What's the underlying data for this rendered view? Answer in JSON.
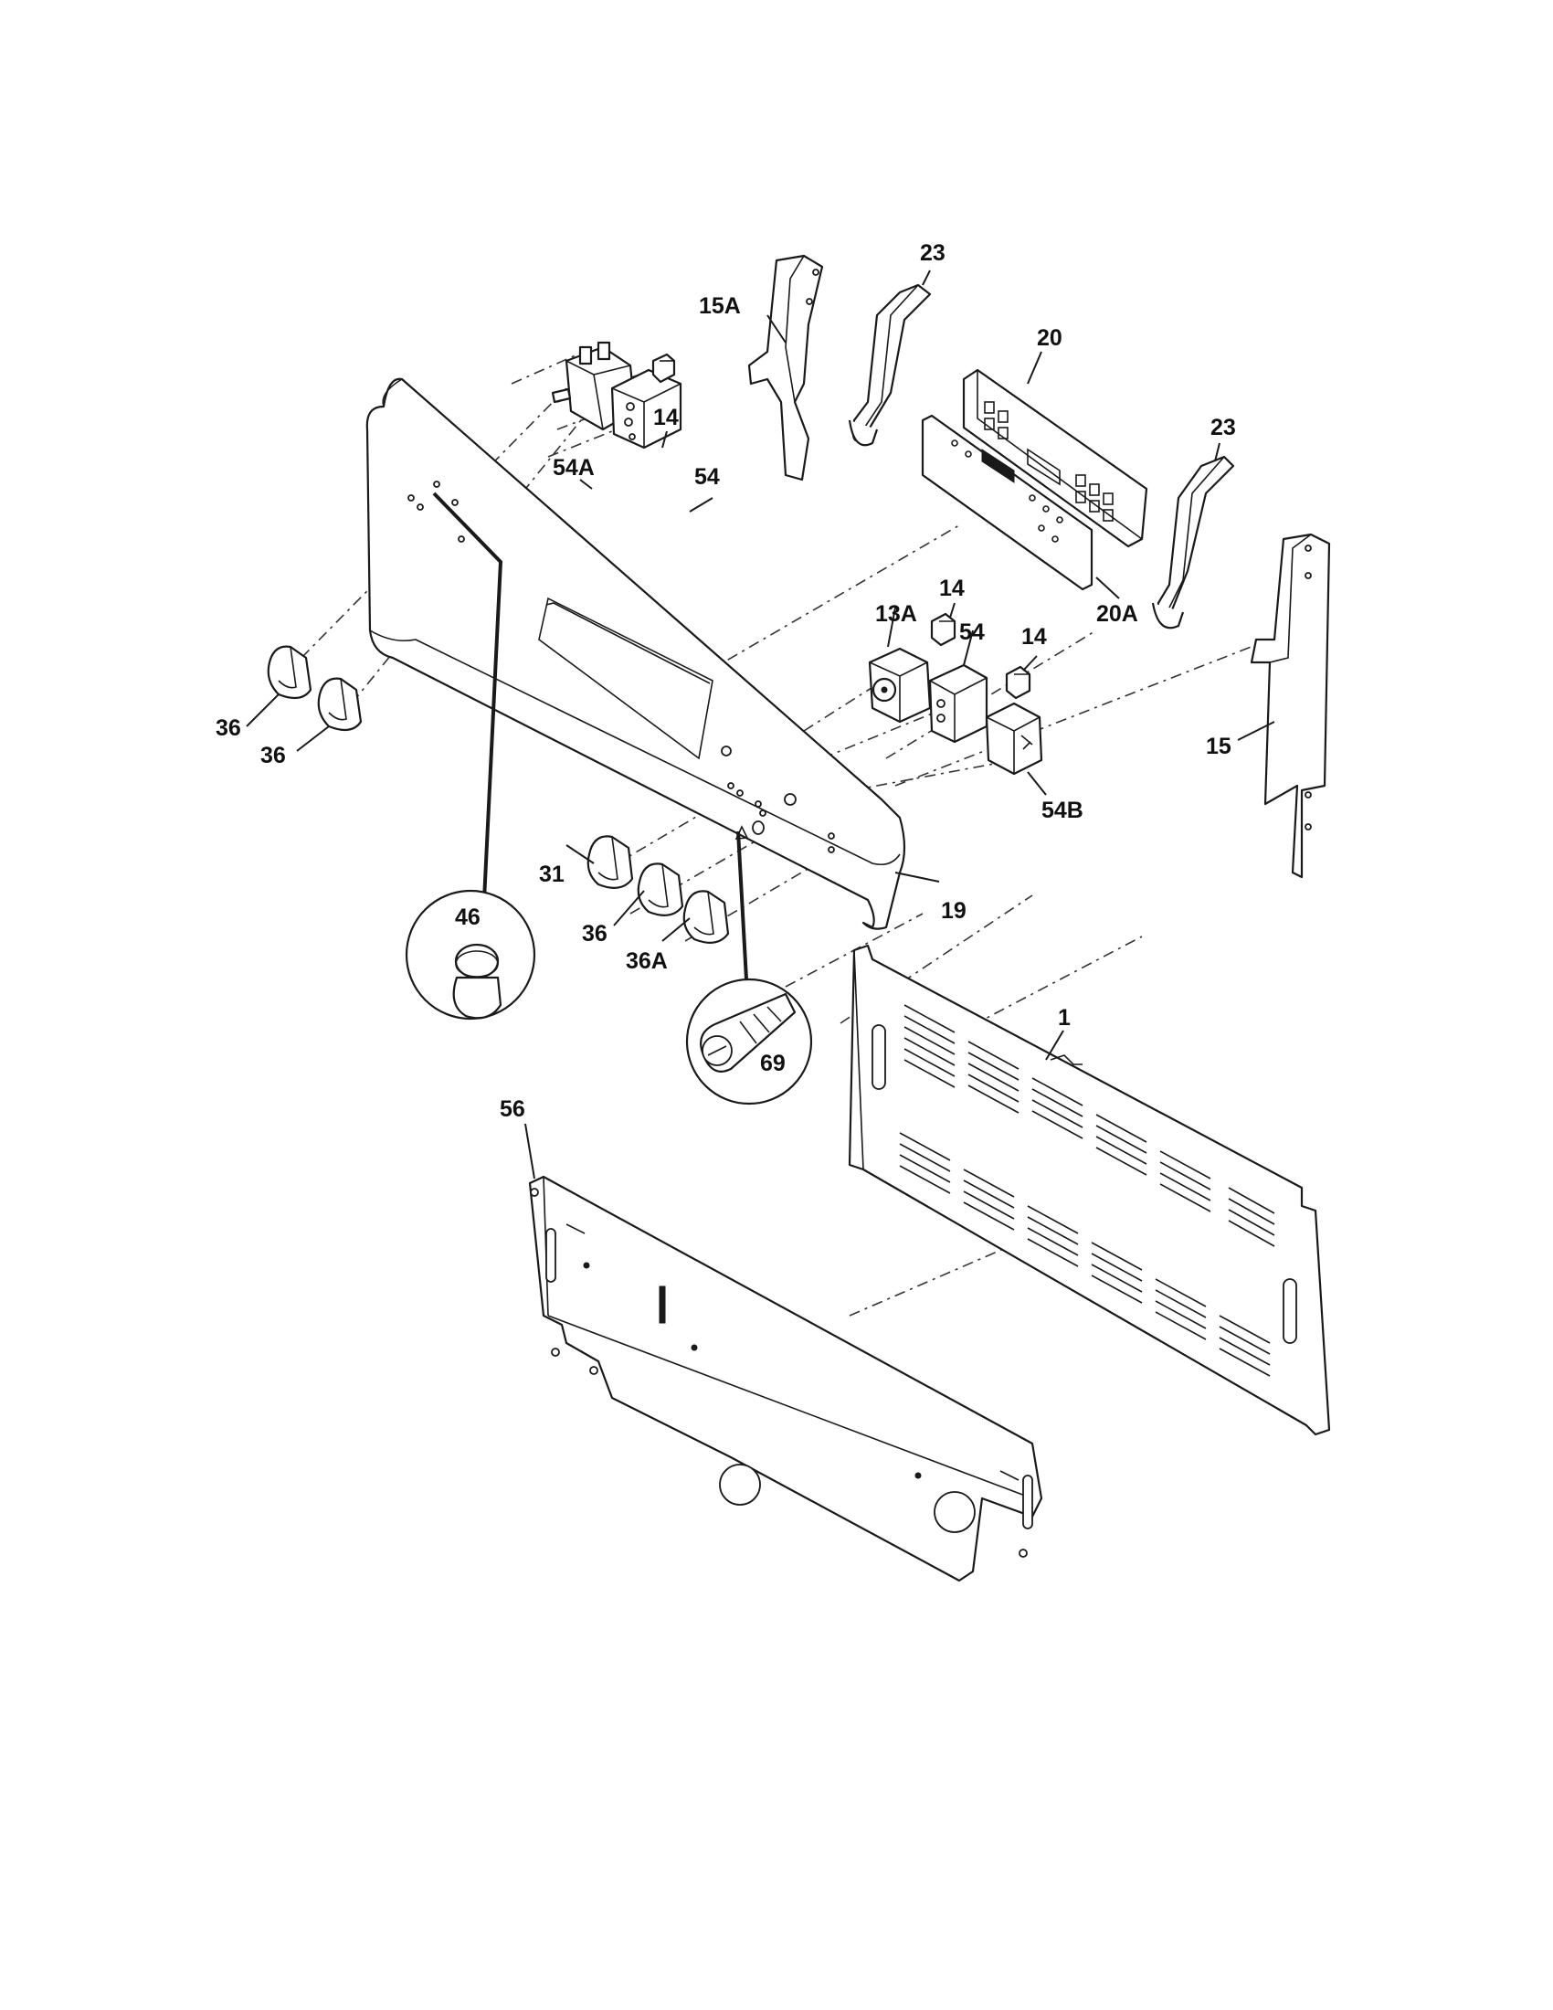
{
  "diagram": {
    "callouts": {
      "c1": "1",
      "c13A": "13A",
      "c14a": "14",
      "c14b": "14",
      "c14c": "14",
      "c15": "15",
      "c15A": "15A",
      "c19": "19",
      "c20": "20",
      "c20A": "20A",
      "c23a": "23",
      "c23b": "23",
      "c31": "31",
      "c36a": "36",
      "c36b": "36",
      "c36c": "36",
      "c36A": "36A",
      "c46": "46",
      "c54a": "54",
      "c54b": "54",
      "c54A": "54A",
      "c54B": "54B",
      "c56": "56",
      "c69": "69"
    }
  }
}
